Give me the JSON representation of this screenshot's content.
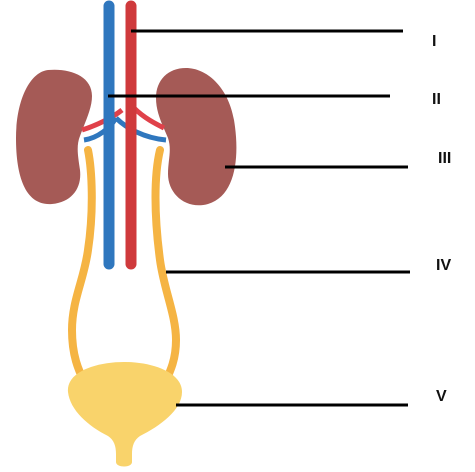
{
  "diagram": {
    "labels": {
      "I": "I",
      "II": "II",
      "III": "III",
      "IV": "IV",
      "V": "V"
    }
  },
  "colors": {
    "vein": "#2f77be",
    "artery": "#cf3a3c",
    "kidney": "#a55a56",
    "ureter": "#f5b443",
    "bladder": "#f9d36b",
    "pointer_line": "#000000"
  }
}
